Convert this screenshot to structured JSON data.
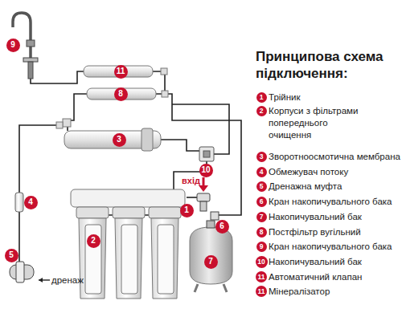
{
  "diagram": {
    "title": "Принципова схема підключення:",
    "nodes": [
      {
        "text": [
          "9"
        ]
      },
      {
        "text": [
          "11"
        ]
      },
      {
        "text": [
          "8"
        ]
      },
      {
        "text": [
          "3"
        ]
      },
      {
        "text": [
          "10"
        ]
      },
      {
        "text": [
          "4"
        ]
      },
      {
        "text": [
          "1"
        ]
      },
      {
        "text": [
          "6"
        ]
      },
      {
        "text": [
          "2"
        ]
      },
      {
        "text": [
          "7"
        ]
      },
      {
        "text": [
          "5"
        ]
      },
      {
        "text": [
          "1"
        ]
      },
      {
        "text": [
          "2"
        ]
      },
      {
        "text": [
          "3"
        ]
      },
      {
        "text": [
          "4"
        ]
      },
      {
        "text": [
          "5"
        ]
      },
      {
        "text": [
          "6"
        ]
      },
      {
        "text": [
          "7"
        ]
      },
      {
        "text": [
          "8"
        ]
      },
      {
        "text": [
          "9"
        ]
      },
      {
        "text": [
          "10"
        ]
      },
      {
        "text": [
          "11"
        ]
      },
      {
        "text": [
          "11"
        ]
      }
    ],
    "labels": [
      "вхід",
      "дренаж",
      "Трійник",
      "Корпуси з фільтрами попереднього очищення",
      "Зворотноосмотична мембрана",
      "Обмежувач потоку",
      "Дренажна муфта",
      "Кран накопичувального бака",
      "Накопичувальний бак",
      "Постфільтр вугільний",
      "Кран накопичувального бака",
      "Накопичувальний бак",
      "Автоматичний клапан",
      "Мінералізатор"
    ]
  }
}
